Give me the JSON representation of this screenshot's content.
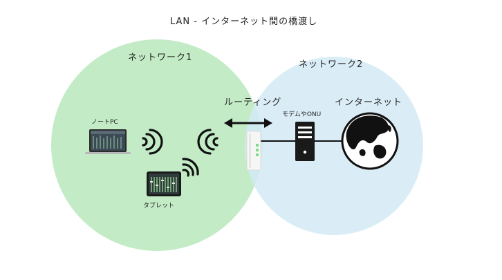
{
  "title": "LAN - インターネット間の橋渡し",
  "networks": {
    "network1": {
      "label": "ネットワーク1",
      "color": "#c3ecc6"
    },
    "network2": {
      "label": "ネットワーク2",
      "color": "#d4eaf6"
    }
  },
  "routing_label": "ルーティング",
  "devices": {
    "laptop": {
      "label": "ノートPC",
      "icon": "laptop-icon"
    },
    "tablet": {
      "label": "タブレット",
      "icon": "tablet-icon"
    },
    "router": {
      "icon": "router-icon"
    },
    "modem": {
      "label": "モデムやONU",
      "icon": "server-tower-icon"
    },
    "internet": {
      "label": "インターネット",
      "icon": "globe-icon"
    }
  },
  "colors": {
    "line": "#111111",
    "device_dark": "#1a1a1a",
    "router_led": "#7fdc8a"
  }
}
